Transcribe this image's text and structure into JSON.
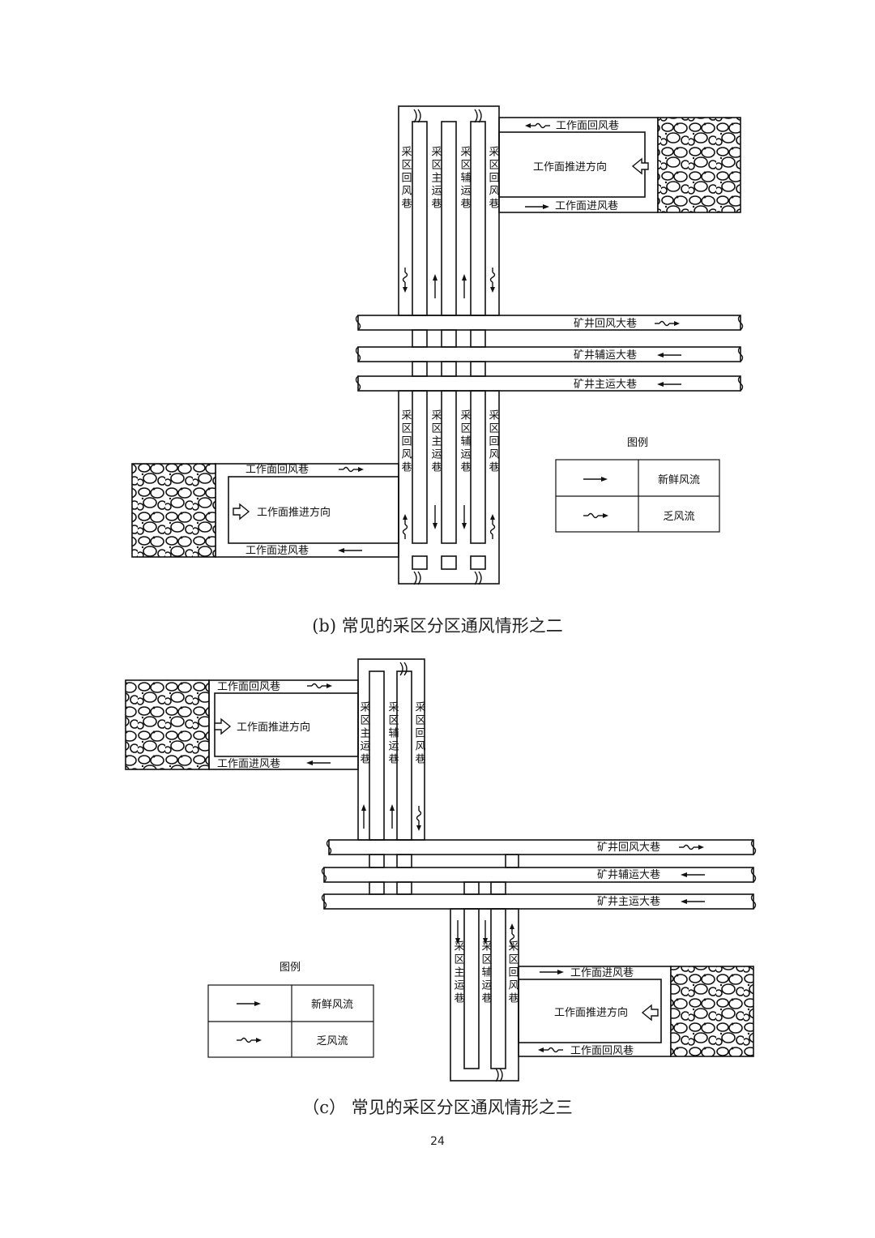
{
  "figures": [
    {
      "caption": "(b) 常见的采区分区通风情形之二",
      "labels": {
        "upper_return": "工作面回风巷",
        "upper_intake": "工作面进风巷",
        "upper_advance": "工作面推进方向",
        "lower_return": "工作面回风巷",
        "lower_intake": "工作面进风巷",
        "lower_advance": "工作面推进方向",
        "main_return": "矿井回风大巷",
        "main_aux": "矿井辅运大巷",
        "main_haul": "矿井主运大巷",
        "v_return_1": "采区回风巷",
        "v_main": "采区主运巷",
        "v_aux": "采区辅运巷",
        "v_return_2": "采区回风巷",
        "legend_title": "图例",
        "legend_fresh": "新鲜风流",
        "legend_stale": "乏风流"
      }
    },
    {
      "caption": "（c） 常见的采区分区通风情形之三",
      "labels": {
        "upper_return": "工作面回风巷",
        "upper_intake": "工作面进风巷",
        "upper_advance": "工作面推进方向",
        "lower_intake": "工作面进风巷",
        "lower_return": "工作面回风巷",
        "lower_advance": "工作面推进方向",
        "main_return": "矿井回风大巷",
        "main_aux": "矿井辅运大巷",
        "main_haul": "矿井主运大巷",
        "v_main": "采区主运巷",
        "v_aux": "采区辅运巷",
        "v_return": "采区回风巷",
        "legend_title": "图例",
        "legend_fresh": "新鲜风流",
        "legend_stale": "乏风流"
      }
    }
  ],
  "page_number": "24",
  "colors": {
    "line": "#111111",
    "background": "#ffffff"
  },
  "icons": [
    "fresh-air-arrow-icon",
    "stale-air-arrow-icon",
    "advance-direction-arrow-icon",
    "rock-goaf-pattern",
    "air-door-icon"
  ]
}
